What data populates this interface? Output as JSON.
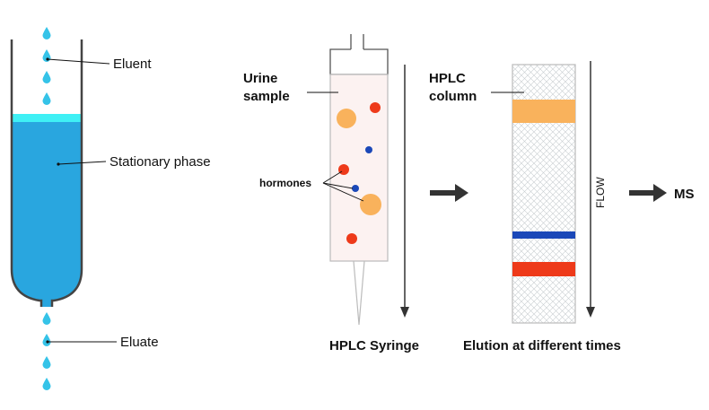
{
  "column_diagram": {
    "eluent_label": "Eluent",
    "stationary_phase_label": "Stationary phase",
    "eluate_label": "Eluate"
  },
  "syringe": {
    "sample_label_line1": "Urine",
    "sample_label_line2": "sample",
    "hormones_label": "hormones",
    "caption": "HPLC Syringe"
  },
  "hplc_column": {
    "label_line1": "HPLC",
    "label_line2": "column",
    "flow_label": "FLOW",
    "caption": "Elution at different times"
  },
  "ms_label": "MS",
  "colors": {
    "stationary_phase": "#29a6df",
    "eluent_band": "#3ff0f5",
    "drop": "#35c3e8",
    "hormone_orange": "#f9b25c",
    "hormone_red": "#ee3a1a",
    "hormone_blue": "#1b48b8",
    "outline": "#444444",
    "arrow": "#333333"
  }
}
